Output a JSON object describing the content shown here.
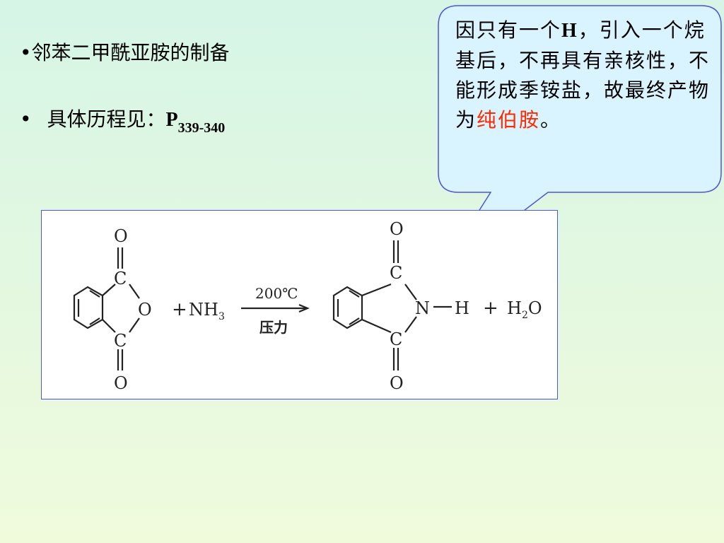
{
  "bullets": [
    {
      "marker": "•",
      "text": "邻苯二甲酰亚胺的制备"
    },
    {
      "marker": "•",
      "text": "具体历程见：",
      "ref_main": "P",
      "ref_sub": "339-340"
    }
  ],
  "callout": {
    "part1": "因只有一个",
    "part1_bold": "H",
    "part2": "，引入一个烷基后，不再具有亲核性，不能形成季铵盐，故最终产物为",
    "highlight": "纯伯胺",
    "end": "。",
    "colors": {
      "highlight": "#ff2a00",
      "border": "#4d55d9"
    }
  },
  "reaction": {
    "reactant_atoms": {
      "o_top": "O",
      "c_top": "C",
      "o_ring": "O",
      "c_bottom": "C",
      "o_bottom": "O"
    },
    "plus1": "+",
    "reagent": "NH",
    "reagent_sub": "3",
    "condition_top": "200℃",
    "condition_bottom": "压力",
    "product_atoms": {
      "o_top": "O",
      "c_top": "C",
      "n": "N",
      "h": "H",
      "c_bottom": "C",
      "o_bottom": "O"
    },
    "plus2": "+",
    "byproduct": "H",
    "byproduct_sub": "2",
    "byproduct_end": "O"
  }
}
